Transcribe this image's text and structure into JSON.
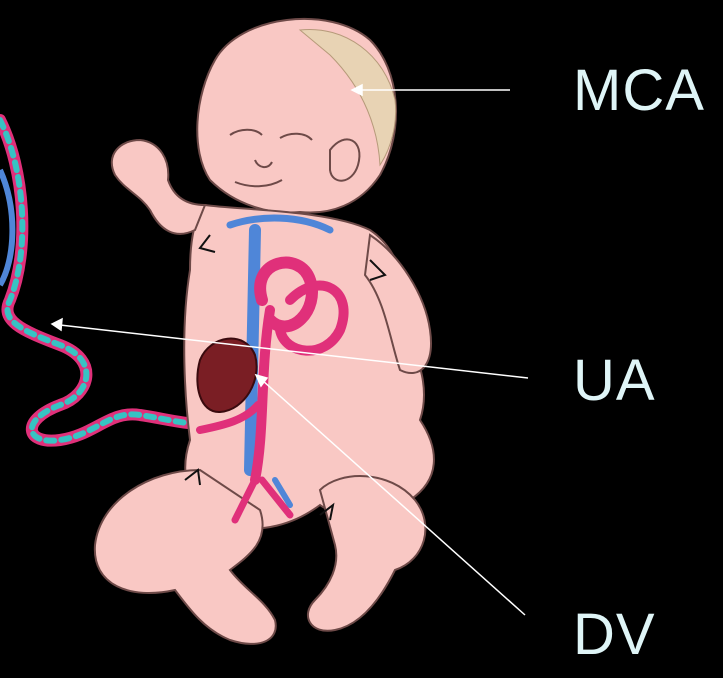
{
  "colors": {
    "background": "#000000",
    "label_text": "#dff5f7",
    "pointer_line": "#ffffff",
    "skin": "#f9c8c4",
    "skin_outline": "#6e4a48",
    "hair": "#e8d3b4",
    "artery": "#e0307a",
    "vein": "#4f86d8",
    "cord_cyan": "#37c3c3",
    "liver": "#7a1e24"
  },
  "labels": {
    "mca": "MCA",
    "ua": "UA",
    "dv": "DV"
  },
  "illustration": {
    "subject": "fetus-with-circulation-and-umbilical-cord"
  }
}
